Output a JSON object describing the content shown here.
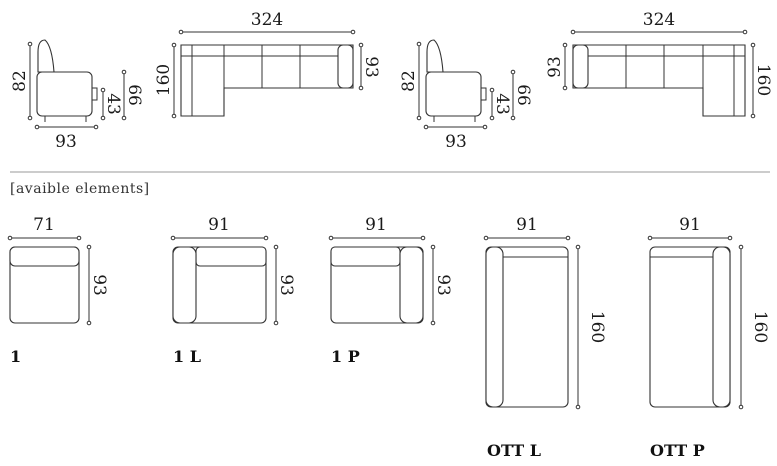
{
  "top": {
    "armchair_left": {
      "height": "82",
      "seat": "43",
      "depth": "66",
      "width": "93"
    },
    "sofa_left": {
      "width": "324",
      "left_depth": "160",
      "right_depth": "93"
    },
    "armchair_right": {
      "height": "82",
      "seat": "43",
      "depth": "66",
      "width": "93"
    },
    "sofa_right": {
      "width": "324",
      "left_depth": "93",
      "right_depth": "160"
    }
  },
  "section_caption": "[avaible elements]",
  "elements": [
    {
      "code": "1",
      "width": "71",
      "depth": "93"
    },
    {
      "code": "1 L",
      "width": "91",
      "depth": "93"
    },
    {
      "code": "1 P",
      "width": "91",
      "depth": "93"
    },
    {
      "code": "OTT L",
      "width": "91",
      "depth": "160"
    },
    {
      "code": "OTT P",
      "width": "91",
      "depth": "160"
    }
  ]
}
